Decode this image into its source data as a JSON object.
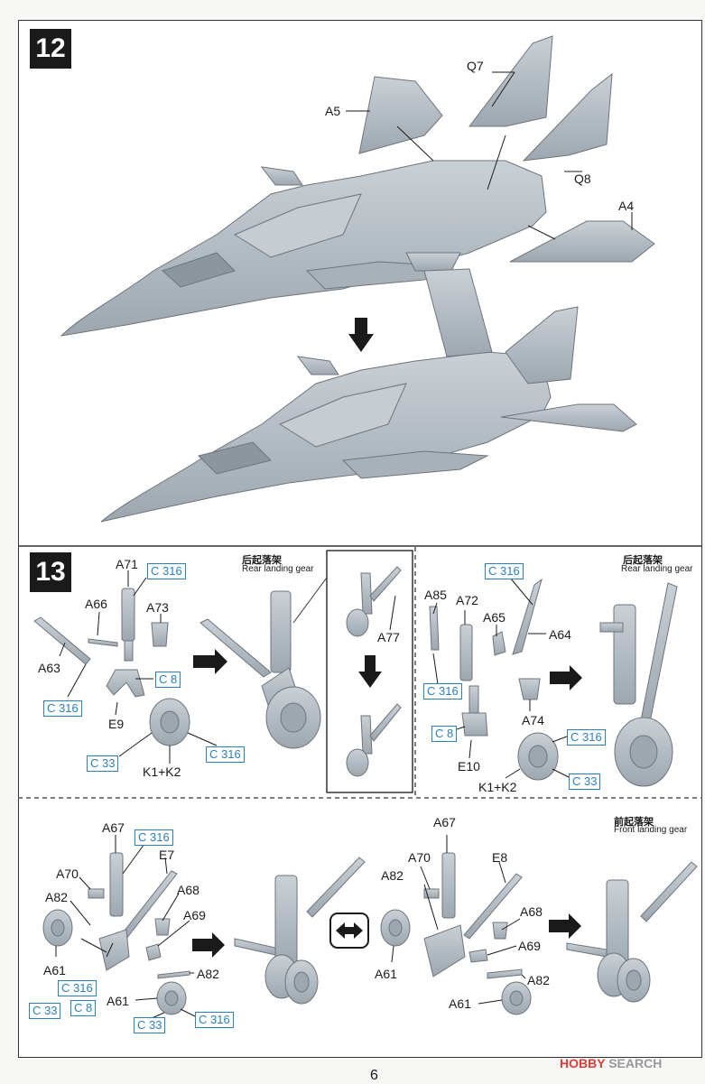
{
  "step12": {
    "number": "12",
    "labels": {
      "q7": "Q7",
      "a5": "A5",
      "q8": "Q8",
      "a4": "A4"
    }
  },
  "step13": {
    "number": "13",
    "rear_left": {
      "title_zh": "后起落架",
      "title_en": "Rear landing gear",
      "labels": {
        "a71": "A71",
        "c316_top": "C 316",
        "a66": "A66",
        "a73": "A73",
        "a63": "A63",
        "c8": "C 8",
        "c316_left": "C 316",
        "e9": "E9",
        "c33": "C 33",
        "c316_right": "C 316",
        "k1k2": "K1+K2",
        "a77": "A77"
      }
    },
    "rear_right": {
      "title_zh": "后起落架",
      "title_en": "Rear landing gear",
      "labels": {
        "c316_top": "C 316",
        "a85": "A85",
        "a72": "A72",
        "a65": "A65",
        "a64": "A64",
        "c316_left": "C 316",
        "a74": "A74",
        "c8": "C 8",
        "c316_right": "C 316",
        "e10": "E10",
        "c33": "C 33",
        "k1k2": "K1+K2"
      }
    },
    "front": {
      "title_zh": "前起落架",
      "title_en": "Front landing gear",
      "left": {
        "a67": "A67",
        "c316_top": "C 316",
        "e7": "E7",
        "a70": "A70",
        "a68": "A68",
        "a82_top": "A82",
        "a69": "A69",
        "a61_left": "A61",
        "c316_mid": "C 316",
        "a82_bottom": "A82",
        "c33_left": "C 33",
        "c8": "C 8",
        "a61_bottom": "A61",
        "c33_bottom": "C 33",
        "c316_bottom": "C 316"
      },
      "right": {
        "a67": "A67",
        "a70": "A70",
        "e8": "E8",
        "a82_top": "A82",
        "a68": "A68",
        "a69": "A69",
        "a61_left": "A61",
        "a82_bottom": "A82",
        "a61_bottom": "A61"
      }
    }
  },
  "footer": {
    "page_number": "6",
    "watermark_brand": "HOBBY",
    "watermark_search": "SEARCH"
  },
  "colors": {
    "part_gray": "#b9c1c8",
    "part_edge": "#6d757c",
    "arrow": "#1a1a1a",
    "callout_blue": "#2a7fc0"
  }
}
